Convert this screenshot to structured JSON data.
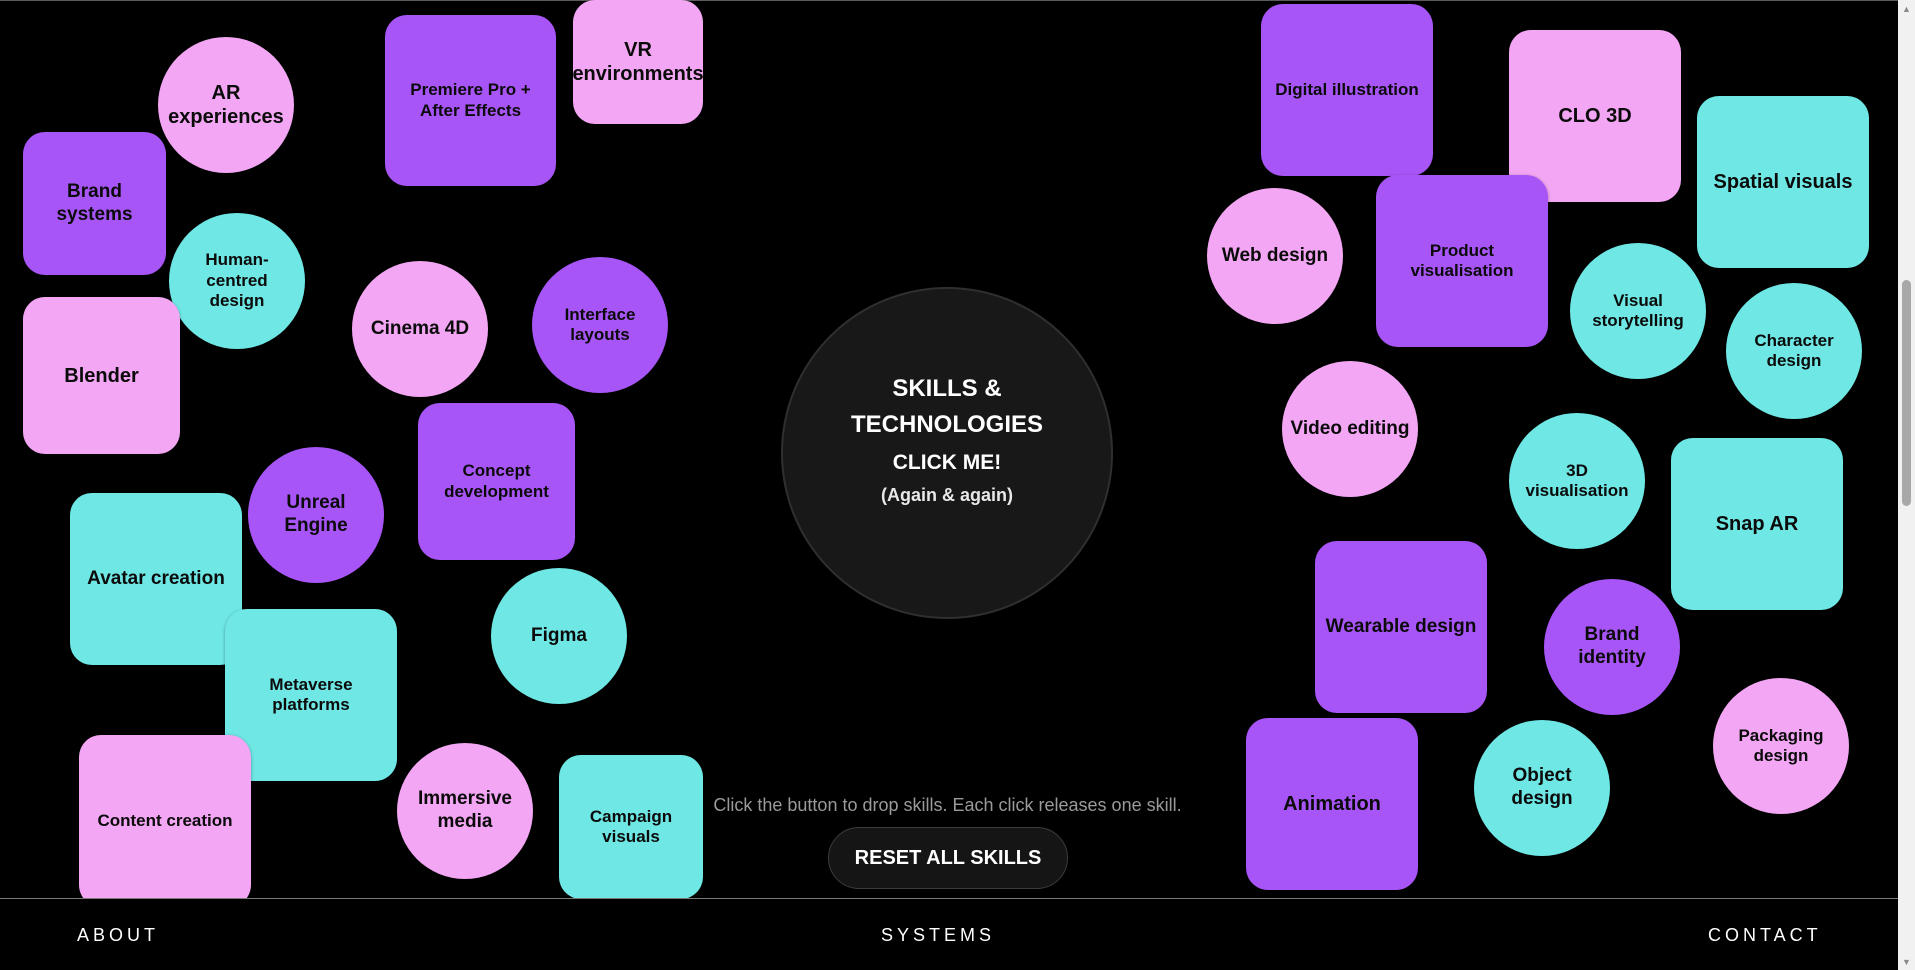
{
  "colors": {
    "background": "#000000",
    "pink": "#f3a6f3",
    "purple": "#a855f7",
    "teal": "#6ee7e5",
    "center_button": "#181818"
  },
  "center_button": {
    "title": "SKILLS & TECHNOLOGIES",
    "cta": "CLICK ME!",
    "subtitle": "(Again & again)"
  },
  "instructions": "Click the button to drop skills. Each click releases one skill.",
  "reset_label": "RESET ALL SKILLS",
  "footer": {
    "about": "ABOUT",
    "systems": "SYSTEMS",
    "contact": "CONTACT"
  },
  "skills": [
    {
      "label": "AR experiences",
      "shape": "circle",
      "color": "pink"
    },
    {
      "label": "Premiere Pro + After Effects",
      "shape": "square",
      "color": "purple"
    },
    {
      "label": "VR environments",
      "shape": "square",
      "color": "pink"
    },
    {
      "label": "Brand systems",
      "shape": "square",
      "color": "purple"
    },
    {
      "label": "Human-centred design",
      "shape": "circle",
      "color": "teal"
    },
    {
      "label": "Blender",
      "shape": "square",
      "color": "pink"
    },
    {
      "label": "Cinema 4D",
      "shape": "circle",
      "color": "pink"
    },
    {
      "label": "Interface layouts",
      "shape": "circle",
      "color": "purple"
    },
    {
      "label": "Concept development",
      "shape": "square",
      "color": "purple"
    },
    {
      "label": "Unreal Engine",
      "shape": "circle",
      "color": "purple"
    },
    {
      "label": "Avatar creation",
      "shape": "square",
      "color": "teal"
    },
    {
      "label": "Figma",
      "shape": "circle",
      "color": "teal"
    },
    {
      "label": "Metaverse platforms",
      "shape": "square",
      "color": "teal"
    },
    {
      "label": "Content creation",
      "shape": "square",
      "color": "pink"
    },
    {
      "label": "Immersive media",
      "shape": "circle",
      "color": "pink"
    },
    {
      "label": "Campaign visuals",
      "shape": "square",
      "color": "teal"
    },
    {
      "label": "Digital illustration",
      "shape": "square",
      "color": "purple"
    },
    {
      "label": "CLO 3D",
      "shape": "square",
      "color": "pink"
    },
    {
      "label": "Spatial visuals",
      "shape": "square",
      "color": "teal"
    },
    {
      "label": "Web design",
      "shape": "circle",
      "color": "pink"
    },
    {
      "label": "Product visualisation",
      "shape": "square",
      "color": "purple"
    },
    {
      "label": "Visual storytelling",
      "shape": "circle",
      "color": "teal"
    },
    {
      "label": "Character design",
      "shape": "circle",
      "color": "teal"
    },
    {
      "label": "Video editing",
      "shape": "circle",
      "color": "pink"
    },
    {
      "label": "3D visualisation",
      "shape": "circle",
      "color": "teal"
    },
    {
      "label": "Snap AR",
      "shape": "square",
      "color": "teal"
    },
    {
      "label": "Wearable design",
      "shape": "square",
      "color": "purple"
    },
    {
      "label": "Brand identity",
      "shape": "circle",
      "color": "purple"
    },
    {
      "label": "Packaging design",
      "shape": "circle",
      "color": "pink"
    },
    {
      "label": "Object design",
      "shape": "circle",
      "color": "teal"
    },
    {
      "label": "Animation",
      "shape": "square",
      "color": "purple"
    }
  ]
}
